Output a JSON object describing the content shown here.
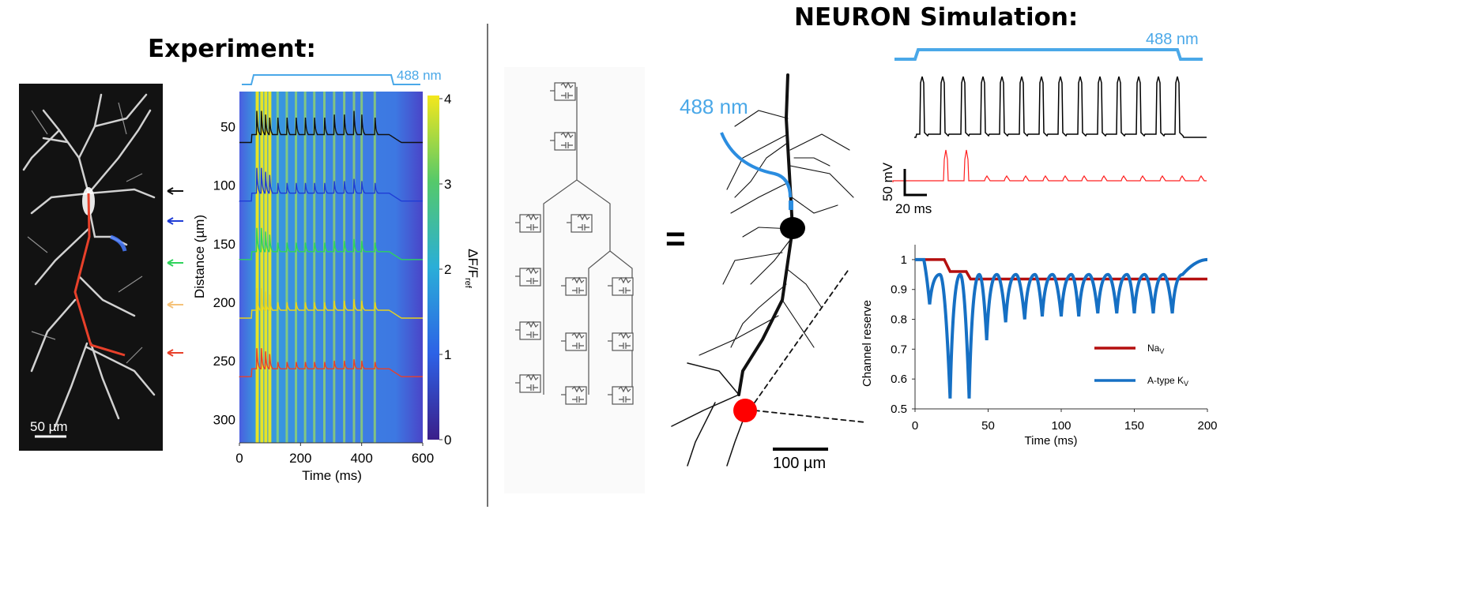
{
  "titles": {
    "experiment": "Experiment:",
    "simulation": "NEURON Simulation:"
  },
  "micrograph": {
    "scalebar_label": "50 µm",
    "arrow_colors": [
      "#111111",
      "#1f3cd6",
      "#2fd35c",
      "#f5c27a",
      "#e8402a"
    ]
  },
  "kymograph": {
    "stim_label": "488 nm",
    "stim_color": "#4aa8e8",
    "xlabel": "Time (ms)",
    "ylabel": "Distance (µm)",
    "xticks": [
      "0",
      "200",
      "400",
      "600"
    ],
    "yticks": [
      "50",
      "100",
      "150",
      "200",
      "250",
      "300"
    ],
    "colorbar_label": "ΔF/F",
    "colorbar_sub": "ref",
    "colorbar_ticks": [
      "0",
      "1",
      "2",
      "3",
      "4"
    ]
  },
  "cartoon": {
    "equals": "=",
    "stim_label": "488 nm",
    "scalebar_label": "100 µm"
  },
  "traces": {
    "stim_label": "488 nm",
    "scale_mv": "50 mV",
    "scale_ms": "20 ms"
  },
  "chart_data": [
    {
      "type": "heatmap",
      "xlabel": "Time (ms)",
      "ylabel": "Distance (µm)",
      "xlim": [
        0,
        600
      ],
      "ylim": [
        20,
        320
      ],
      "colorbar": {
        "label": "ΔF/Fref",
        "range": [
          0,
          4
        ]
      },
      "spike_times_ms": [
        57,
        72,
        85,
        98,
        125,
        155,
        185,
        215,
        245,
        278,
        310,
        343,
        375,
        400,
        443
      ],
      "stimulus": {
        "label": "488 nm",
        "start_ms": 40,
        "end_ms": 500
      },
      "series": [
        {
          "name": "50 µm",
          "color": "#111111",
          "distance": 50
        },
        {
          "name": "100 µm",
          "color": "#1f3cd6",
          "distance": 100
        },
        {
          "name": "150 µm",
          "color": "#2fd35c",
          "distance": 150
        },
        {
          "name": "200 µm",
          "color": "#e8d21c",
          "distance": 200
        },
        {
          "name": "250 µm",
          "color": "#e8402a",
          "distance": 250
        }
      ]
    },
    {
      "type": "line",
      "xlabel": "Time (ms)",
      "ylabel": "Channel reserve",
      "xlim": [
        0,
        200
      ],
      "ylim": [
        0.5,
        1.05
      ],
      "xticks": [
        "0",
        "50",
        "100",
        "150",
        "200"
      ],
      "yticks": [
        "0.5",
        "0.6",
        "0.7",
        "0.8",
        "0.9",
        "1"
      ],
      "legend": "right",
      "series": [
        {
          "name": "Nav",
          "label_main": "Na",
          "label_sub": "V",
          "color": "#b40f0f",
          "x": [
            0,
            10,
            20,
            24,
            35,
            38,
            180,
            200
          ],
          "y": [
            1.0,
            1.0,
            1.0,
            0.96,
            0.96,
            0.935,
            0.935,
            0.935
          ]
        },
        {
          "name": "A-type Kv",
          "label_main": "A-type K",
          "label_sub": "V",
          "color": "#1670c4",
          "trough_times_ms": [
            10,
            24,
            37,
            49,
            62,
            75,
            87,
            100,
            112,
            125,
            138,
            150,
            163,
            176
          ],
          "trough_values": [
            0.85,
            0.535,
            0.535,
            0.73,
            0.79,
            0.8,
            0.81,
            0.81,
            0.81,
            0.82,
            0.82,
            0.82,
            0.82,
            0.82
          ],
          "baseline": 0.95,
          "start": 1.0,
          "end": 1.0
        }
      ]
    }
  ]
}
